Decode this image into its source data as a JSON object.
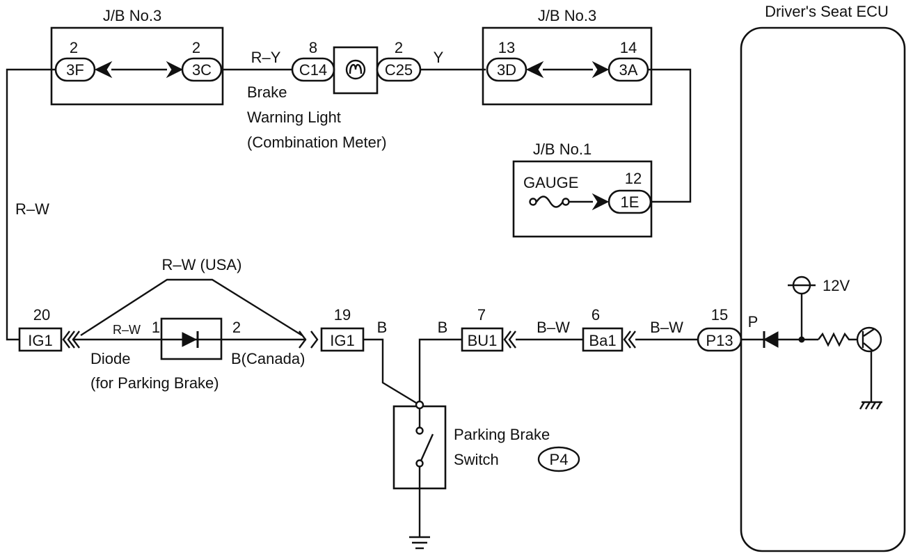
{
  "jb3_left": {
    "title": "J/B No.3",
    "pin_left": "2",
    "conn_left": "3F",
    "pin_right": "2",
    "conn_right": "3C"
  },
  "jb3_right": {
    "title": "J/B No.3",
    "pin_left": "13",
    "conn_left": "3D",
    "pin_right": "14",
    "conn_right": "3A"
  },
  "jb1": {
    "title": "J/B No.1",
    "fuse_label": "GAUGE",
    "pin": "12",
    "conn": "1E"
  },
  "ecu": {
    "title": "Driver's Seat ECU",
    "voltage": "12V",
    "wire_color": "P"
  },
  "warning_light": {
    "pin_left": "8",
    "conn_left": "C14",
    "pin_right": "2",
    "conn_right": "C25",
    "wire_left": "R–Y",
    "wire_right": "Y",
    "label_line1": "Brake",
    "label_line2": "Warning Light",
    "label_line3": "(Combination Meter)"
  },
  "wires": {
    "left_vertical": "R–W",
    "usa_bypass": "R–W (USA)",
    "to_switch": "B",
    "switch_top": "B",
    "bu_to_ba": "B–W",
    "ba_to_p13": "B–W"
  },
  "connectors": {
    "ig1_left": {
      "pin": "20",
      "label": "IG1"
    },
    "ig1_right": {
      "pin": "19",
      "label": "IG1"
    },
    "bu1": {
      "pin": "7",
      "label": "BU1"
    },
    "ba1": {
      "pin": "6",
      "label": "Ba1"
    },
    "p13": {
      "pin": "15",
      "label": "P13"
    }
  },
  "diode": {
    "wire_left": "R–W",
    "pin_left": "1",
    "pin_right": "2",
    "label_line1": "Diode",
    "label_line2": "(for Parking Brake)",
    "canada": "B(Canada)"
  },
  "parking_switch": {
    "label_line1": "Parking Brake",
    "label_line2": "Switch",
    "code": "P4"
  }
}
